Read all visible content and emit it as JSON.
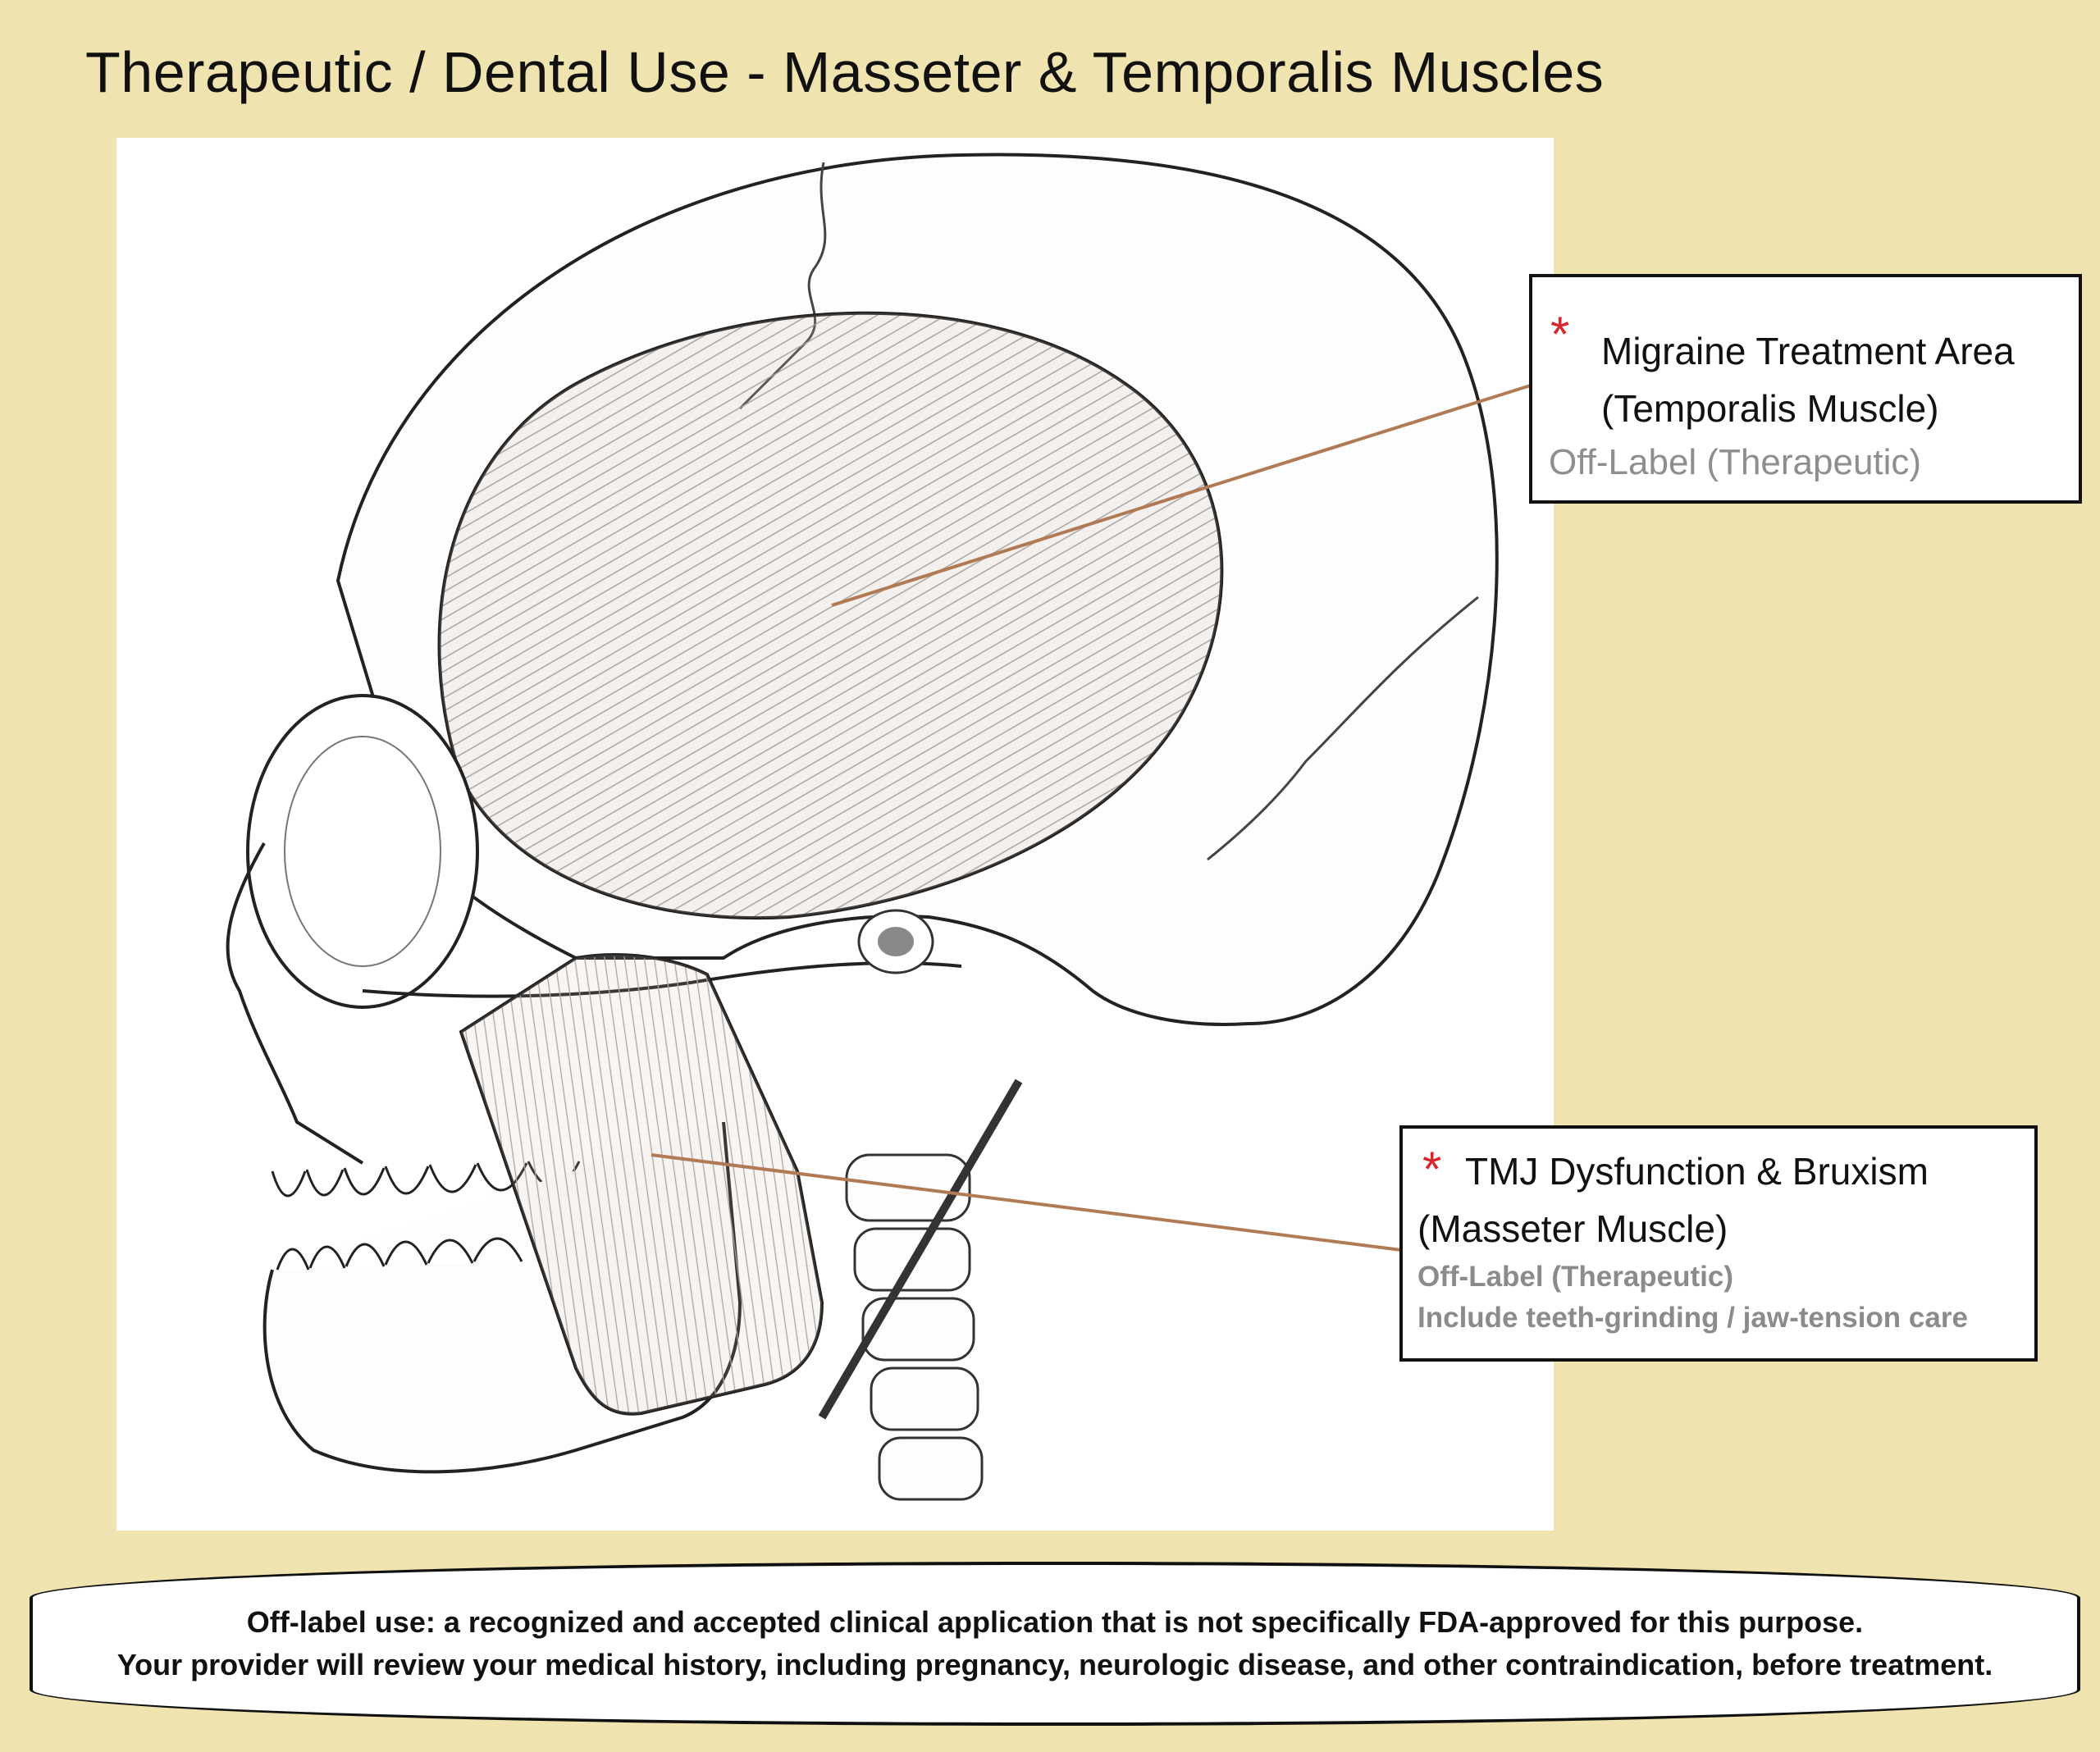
{
  "title": "Therapeutic / Dental Use - Masseter & Temporalis Muscles",
  "callouts": {
    "migraine": {
      "marker": "*",
      "line1": "Migraine Treatment Area",
      "line2": "(Temporalis Muscle)",
      "sub1": "Off-Label (Therapeutic)"
    },
    "tmj": {
      "marker": "*",
      "line1": "TMJ Dysfunction & Bruxism",
      "line2": "(Masseter Muscle)",
      "sub1": "Off-Label (Therapeutic)",
      "sub2": "Include teeth-grinding / jaw-tension care"
    }
  },
  "disclaimer": {
    "line1": "Off-label use:  a recognized and accepted clinical application that is not specifically FDA-approved for this purpose.",
    "line2": "Your provider will review your medical history, including pregnancy, neurologic disease, and other contraindication, before treatment."
  },
  "colors": {
    "background": "#efe3b0",
    "leader_line": "#b07a55",
    "asterisk": "#d8262b",
    "muscle_tint": "#cdb9a8"
  }
}
